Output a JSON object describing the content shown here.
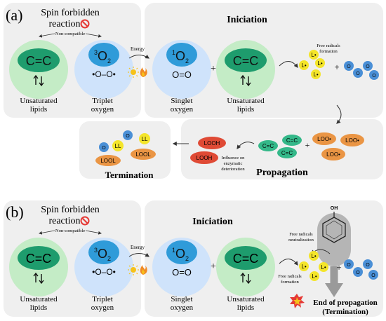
{
  "panel_a": {
    "label": "(a)",
    "spin_title_1": "Spin forbidden",
    "spin_title_2": "reaction",
    "non_compatible": "Non-compatible",
    "lipid_bond": "C=C",
    "lipid_label_1": "Unsaturated",
    "lipid_label_2": "lipids",
    "triplet_label_1": "Triplet",
    "triplet_label_2": "oxygen",
    "triplet_structure": "•O–O•",
    "energy": "Energy",
    "iniciation_title": "Iniciation",
    "singlet_structure": "O=O",
    "singlet_label_1": "Singlet",
    "singlet_label_2": "oxygen",
    "plus": "+",
    "free_radicals_1": "Free radicals",
    "free_radicals_2": "formation",
    "lradical": "L•",
    "o2_sub": "O",
    "propagation_title": "Propagation",
    "loo": "LOO•",
    "cc_short": "C=C",
    "looh": "LOOH",
    "influence_1": "Influence on",
    "influence_2": "enzymatic",
    "influence_3": "deterioration",
    "termination_title": "Termination",
    "ll": "LL",
    "lool": "LOOL"
  },
  "panel_b": {
    "label": "(b)",
    "spin_title_1": "Spin forbidden",
    "spin_title_2": "reaction",
    "non_compatible": "Non-compatible",
    "lipid_bond": "C=C",
    "lipid_label_1": "Unsaturated",
    "lipid_label_2": "lipids",
    "triplet_label_1": "Triplet",
    "triplet_label_2": "oxygen",
    "triplet_structure": "•O–O•",
    "energy": "Energy",
    "iniciation_title": "Iniciation",
    "singlet_structure": "O=O",
    "singlet_label_1": "Singlet",
    "singlet_label_2": "oxygen",
    "plus": "+",
    "neutralization_1": "Free radicals",
    "neutralization_2": "neutralization",
    "free_radicals_1": "Free radicals",
    "free_radicals_2": "formation",
    "lradical": "L•",
    "oh": "OH",
    "end_1": "End of propagation",
    "end_2": "(Termination)"
  },
  "oxygen_symbols": {
    "triplet_sup": "3",
    "singlet_sup": "1",
    "element": "O",
    "sub": "2"
  },
  "colors": {
    "panel_bg": "#efefef",
    "lipid_outer": "#c4ecc6",
    "lipid_inner": "#1e9c6d",
    "oxygen_outer": "#cfe3fb",
    "oxygen_inner": "#2f9bd9",
    "radical_yellow": "#f4e52a",
    "orange_ellipse": "#ea9544",
    "red_ellipse": "#df4a35",
    "teal_ellipse": "#34b889",
    "blue_circle": "#4a8fd6",
    "forbidden_red": "#e53935",
    "gray_arrow": "#9a9a9a"
  }
}
